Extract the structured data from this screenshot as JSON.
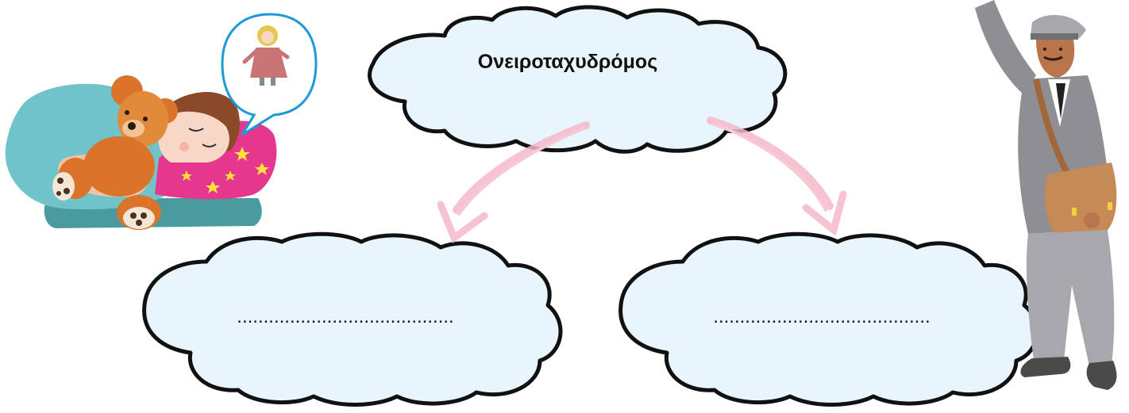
{
  "diagram": {
    "top_cloud": {
      "text": "Ονειροταχυδρόμος"
    },
    "left_cloud": {
      "text": "........................................."
    },
    "right_cloud": {
      "text": "........................................."
    }
  },
  "colors": {
    "cloud_fill": "#e8f5fc",
    "cloud_stroke": "#111111",
    "arrow": "#f4b8c8",
    "speech_bubble_stroke": "#1a9ad6",
    "blanket": "#6fc3c9",
    "pillow": "#e5378d",
    "teddy": "#d9742a",
    "postman_suit": "#8f8e93"
  },
  "icons": {
    "sleeping_child": "sleeping-girl-with-teddy-bear",
    "dream_bubble": "speech-bubble-with-doll",
    "postman": "waving-postman-with-bag"
  }
}
